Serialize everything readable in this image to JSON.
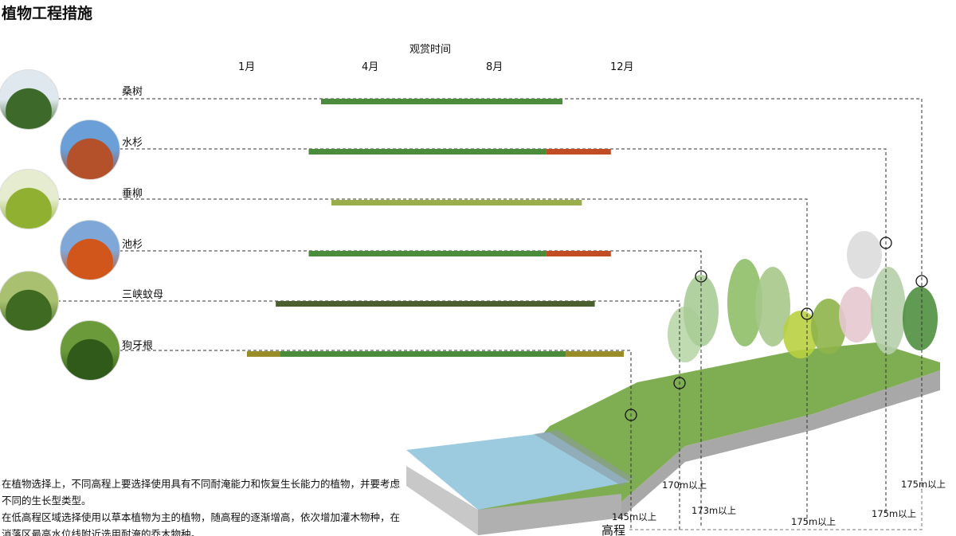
{
  "title": "植物工程措施",
  "timeline": {
    "label": "观赏时间",
    "months": [
      "1月",
      "4月",
      "8月",
      "12月"
    ],
    "month_values": [
      1,
      4,
      8,
      12
    ]
  },
  "plants": [
    {
      "name": "桑树",
      "segments": [
        {
          "from": 2.8,
          "to": 10.1,
          "color": "#4b8c3c"
        }
      ],
      "photo": [
        "#dfe8ee",
        "#3d6a2a"
      ]
    },
    {
      "name": "水杉",
      "segments": [
        {
          "from": 2.5,
          "to": 9.6,
          "color": "#4b8c3c"
        },
        {
          "from": 9.6,
          "to": 11.6,
          "color": "#c24d24"
        }
      ],
      "photo": [
        "#6a9fd8",
        "#b4502a"
      ]
    },
    {
      "name": "垂柳",
      "segments": [
        {
          "from": 3.05,
          "to": 10.7,
          "color": "#9aae4b"
        }
      ],
      "photo": [
        "#e6ecd0",
        "#8fb030"
      ]
    },
    {
      "name": "池杉",
      "segments": [
        {
          "from": 2.5,
          "to": 9.6,
          "color": "#4b8c3c"
        },
        {
          "from": 9.6,
          "to": 11.6,
          "color": "#c24d24"
        }
      ],
      "photo": [
        "#7fa8d8",
        "#d0561c"
      ]
    },
    {
      "name": "三峡蚊母",
      "segments": [
        {
          "from": 1.7,
          "to": 11.1,
          "color": "#4a5e2e"
        }
      ],
      "photo": [
        "#a8c070",
        "#3f6a22"
      ]
    },
    {
      "name": "狗牙根",
      "segments": [
        {
          "from": 1.0,
          "to": 1.8,
          "color": "#9a8c28"
        },
        {
          "from": 1.8,
          "to": 10.2,
          "color": "#4b8c3c"
        },
        {
          "from": 10.2,
          "to": 12,
          "color": "#9a8c28"
        }
      ],
      "photo": [
        "#6a9a3a",
        "#2f5a1a"
      ]
    }
  ],
  "description": [
    "在植物选择上，不同高程上要选择使用具有不同耐淹能力和恢复生长能力的植物，并要考虑不同的生长型类型。",
    "在低高程区域选择使用以草本植物为主的植物，随高程的逐渐增高，依次增加灌木物种，在消落区最高水位线附近选用耐淹的乔木物种。"
  ],
  "elevation": {
    "label": "高程",
    "marks": [
      "145m以上",
      "170m以上",
      "173m以上",
      "175m以上",
      "175m以上",
      "175m以上"
    ]
  }
}
